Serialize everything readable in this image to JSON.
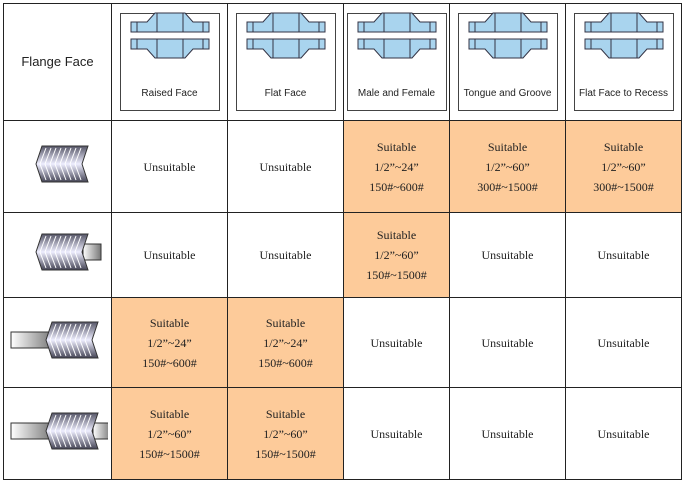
{
  "header": {
    "corner": "Flange Face",
    "faces": [
      "Raised Face",
      "Flat Face",
      "Male and Female",
      "Tongue and Groove",
      "Flat Face to Recess"
    ]
  },
  "rows": [
    {
      "icon": "gasket-no-ring-icon",
      "cells": [
        {
          "s": false,
          "t": [
            "Unsuitable"
          ]
        },
        {
          "s": false,
          "t": [
            "Unsuitable"
          ]
        },
        {
          "s": true,
          "t": [
            "Suitable",
            "1/2”~24”",
            "150#~600#"
          ]
        },
        {
          "s": true,
          "t": [
            "Suitable",
            "1/2”~60”",
            "300#~1500#"
          ]
        },
        {
          "s": true,
          "t": [
            "Suitable",
            "1/2”~60”",
            "300#~1500#"
          ]
        }
      ]
    },
    {
      "icon": "gasket-inner-ring-icon",
      "cells": [
        {
          "s": false,
          "t": [
            "Unsuitable"
          ]
        },
        {
          "s": false,
          "t": [
            "Unsuitable"
          ]
        },
        {
          "s": true,
          "t": [
            "Suitable",
            "1/2”~60”",
            "150#~1500#"
          ]
        },
        {
          "s": false,
          "t": [
            "Unsuitable"
          ]
        },
        {
          "s": false,
          "t": [
            "Unsuitable"
          ]
        }
      ]
    },
    {
      "icon": "gasket-outer-ring-icon",
      "cells": [
        {
          "s": true,
          "t": [
            "Suitable",
            "1/2”~24”",
            "150#~600#"
          ]
        },
        {
          "s": true,
          "t": [
            "Suitable",
            "1/2”~24”",
            "150#~600#"
          ]
        },
        {
          "s": false,
          "t": [
            "Unsuitable"
          ]
        },
        {
          "s": false,
          "t": [
            "Unsuitable"
          ]
        },
        {
          "s": false,
          "t": [
            "Unsuitable"
          ]
        }
      ]
    },
    {
      "icon": "gasket-inner-outer-ring-icon",
      "cells": [
        {
          "s": true,
          "t": [
            "Suitable",
            "1/2”~60”",
            "150#~1500#"
          ]
        },
        {
          "s": true,
          "t": [
            "Suitable",
            "1/2”~60”",
            "150#~1500#"
          ]
        },
        {
          "s": false,
          "t": [
            "Unsuitable"
          ]
        },
        {
          "s": false,
          "t": [
            "Unsuitable"
          ]
        },
        {
          "s": false,
          "t": [
            "Unsuitable"
          ]
        }
      ]
    }
  ],
  "colors": {
    "suitable": "#fdcb9a",
    "flange": "#a9d4ee"
  }
}
